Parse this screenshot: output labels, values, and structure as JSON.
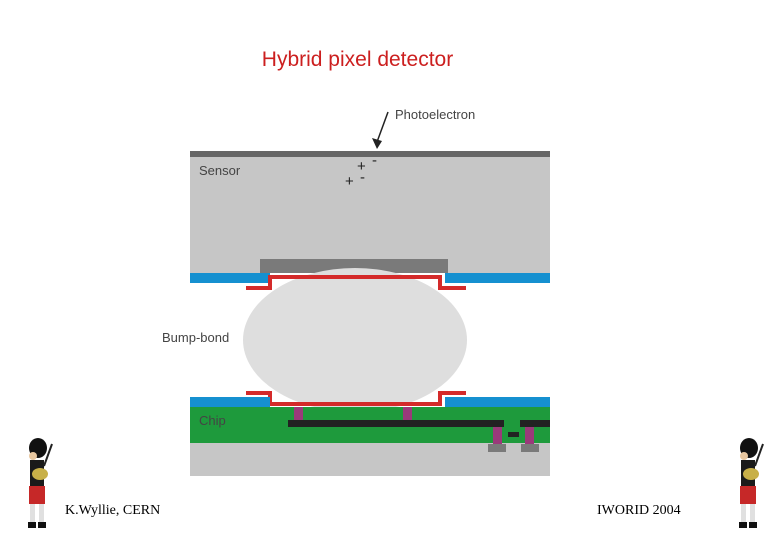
{
  "slide": {
    "title": "Hybrid pixel detector",
    "footer_left": "K.Wyllie, CERN",
    "footer_right": "IWORID 2004"
  },
  "diagram": {
    "labels": {
      "photoelectron": "Photoelectron",
      "sensor": "Sensor",
      "bump_bond": "Bump-bond",
      "chip": "Chip"
    },
    "charges": {
      "plus": "+",
      "minus": "-"
    },
    "colors": {
      "title_red": "#cc1f1f",
      "sensor_gray": "#c6c6c6",
      "top_electrode": "#666666",
      "passivation_blue": "#1590d0",
      "metal_red": "#d42a2a",
      "bump_light": "#dedede",
      "chip_green": "#1e9a3c",
      "chip_trace": "#222222",
      "via_purple": "#9a3a7a"
    }
  },
  "decorations": {
    "left_figure_icon": "bagpiper-icon",
    "right_figure_icon": "bagpiper-icon"
  }
}
